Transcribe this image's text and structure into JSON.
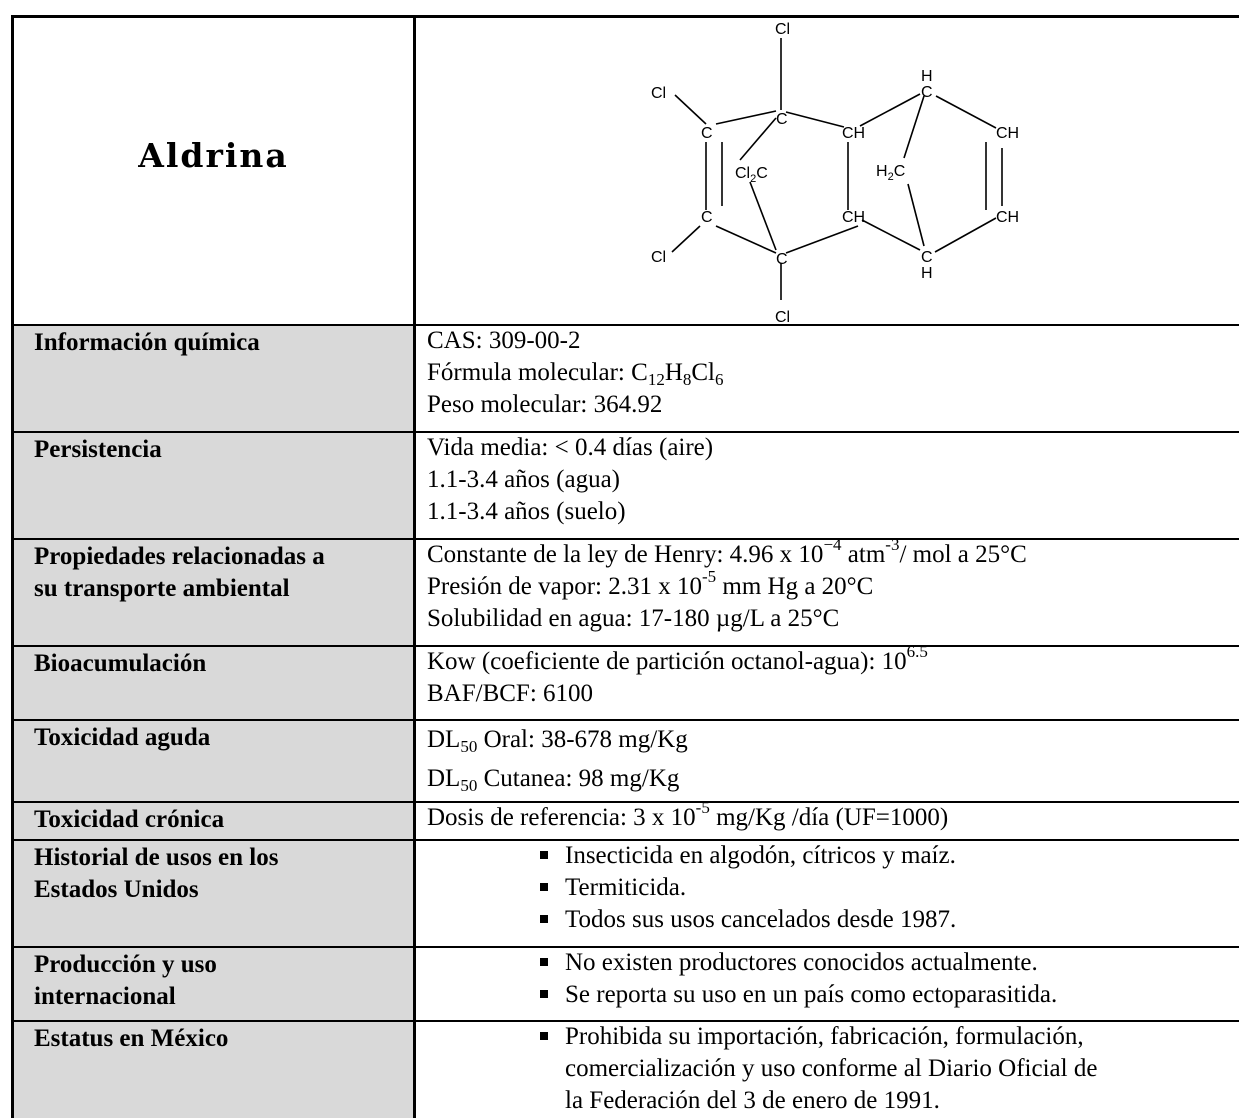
{
  "compound": {
    "name": "Aldrina",
    "atoms": {
      "cl_top": "Cl",
      "cl_left_top": "Cl",
      "cl_left_bottom": "Cl",
      "cl_bottom": "Cl",
      "c_top": "C",
      "c_bottom": "C",
      "c_left_top": "C",
      "c_left_bottom": "C",
      "cl2c": "Cl2C",
      "ch_a": "CH",
      "ch_b": "CH",
      "h2c": "H2C",
      "h_top": "H",
      "c_right_top": "C",
      "c_right_bottom": "C",
      "h_bottom": "H",
      "ch_c": "CH",
      "ch_d": "CH"
    }
  },
  "rows": {
    "chem": {
      "label": "Información química",
      "cas": "CAS: 309-00-2",
      "formula_prefix": "Fórmula molecular: ",
      "formula_c": "C",
      "formula_c_n": "12",
      "formula_h": "H",
      "formula_h_n": "8",
      "formula_cl": "Cl",
      "formula_cl_n": "6",
      "weight": "Peso molecular: 364.92"
    },
    "persist": {
      "label": "Persistencia",
      "line1": "Vida media: < 0.4 días (aire)",
      "line2": "1.1-3.4 años (agua)",
      "line3": "1.1-3.4 años (suelo)"
    },
    "transport": {
      "label_line1": "Propiedades relacionadas a",
      "label_line2": "su transporte ambiental",
      "henry_a": "Constante de la ley de Henry: 4.96 x 10",
      "henry_exp": "−4",
      "henry_b": " atm",
      "henry_exp2": "-3",
      "henry_c": "/ mol a 25°C",
      "vapor_a": "Presión de vapor: 2.31 x 10",
      "vapor_exp": "-5",
      "vapor_b": " mm Hg a 20°C",
      "solub": "Solubilidad en agua: 17-180 µg/L a 25°C"
    },
    "bioacc": {
      "label": "Bioacumulación",
      "kow_a": "Kow (coeficiente de partición octanol-agua): 10",
      "kow_exp": "6.5",
      "baf": "BAF/BCF: 6100"
    },
    "acute": {
      "label": "Toxicidad aguda",
      "dl": "DL",
      "dl_sub": "50",
      "oral": " Oral: 38-678 mg/Kg",
      "dl2": "DL",
      "dl2_sub": "50",
      "cut": " Cutanea: 98 mg/Kg"
    },
    "chronic": {
      "label": "Toxicidad crónica",
      "dose_a": "Dosis de referencia: 3 x 10",
      "dose_exp": "-5",
      "dose_b": " mg/Kg /día (UF=1000)"
    },
    "usa": {
      "label_line1": "Historial de usos en los",
      "label_line2": "Estados Unidos",
      "items": [
        "Insecticida en algodón, cítricos y maíz.",
        "Termiticida.",
        "Todos sus usos cancelados desde 1987."
      ]
    },
    "intl": {
      "label_line1": "Producción y uso",
      "label_line2": "internacional",
      "items": [
        "No existen productores conocidos actualmente.",
        "Se reporta su uso en un país como ectoparasitida."
      ]
    },
    "mexico": {
      "label": "Estatus en México",
      "line1": "Prohibida su importación, fabricación, formulación,",
      "line2": "comercialización y uso conforme al Diario Oficial de",
      "line3": "la Federación del 3 de enero de 1991."
    }
  }
}
